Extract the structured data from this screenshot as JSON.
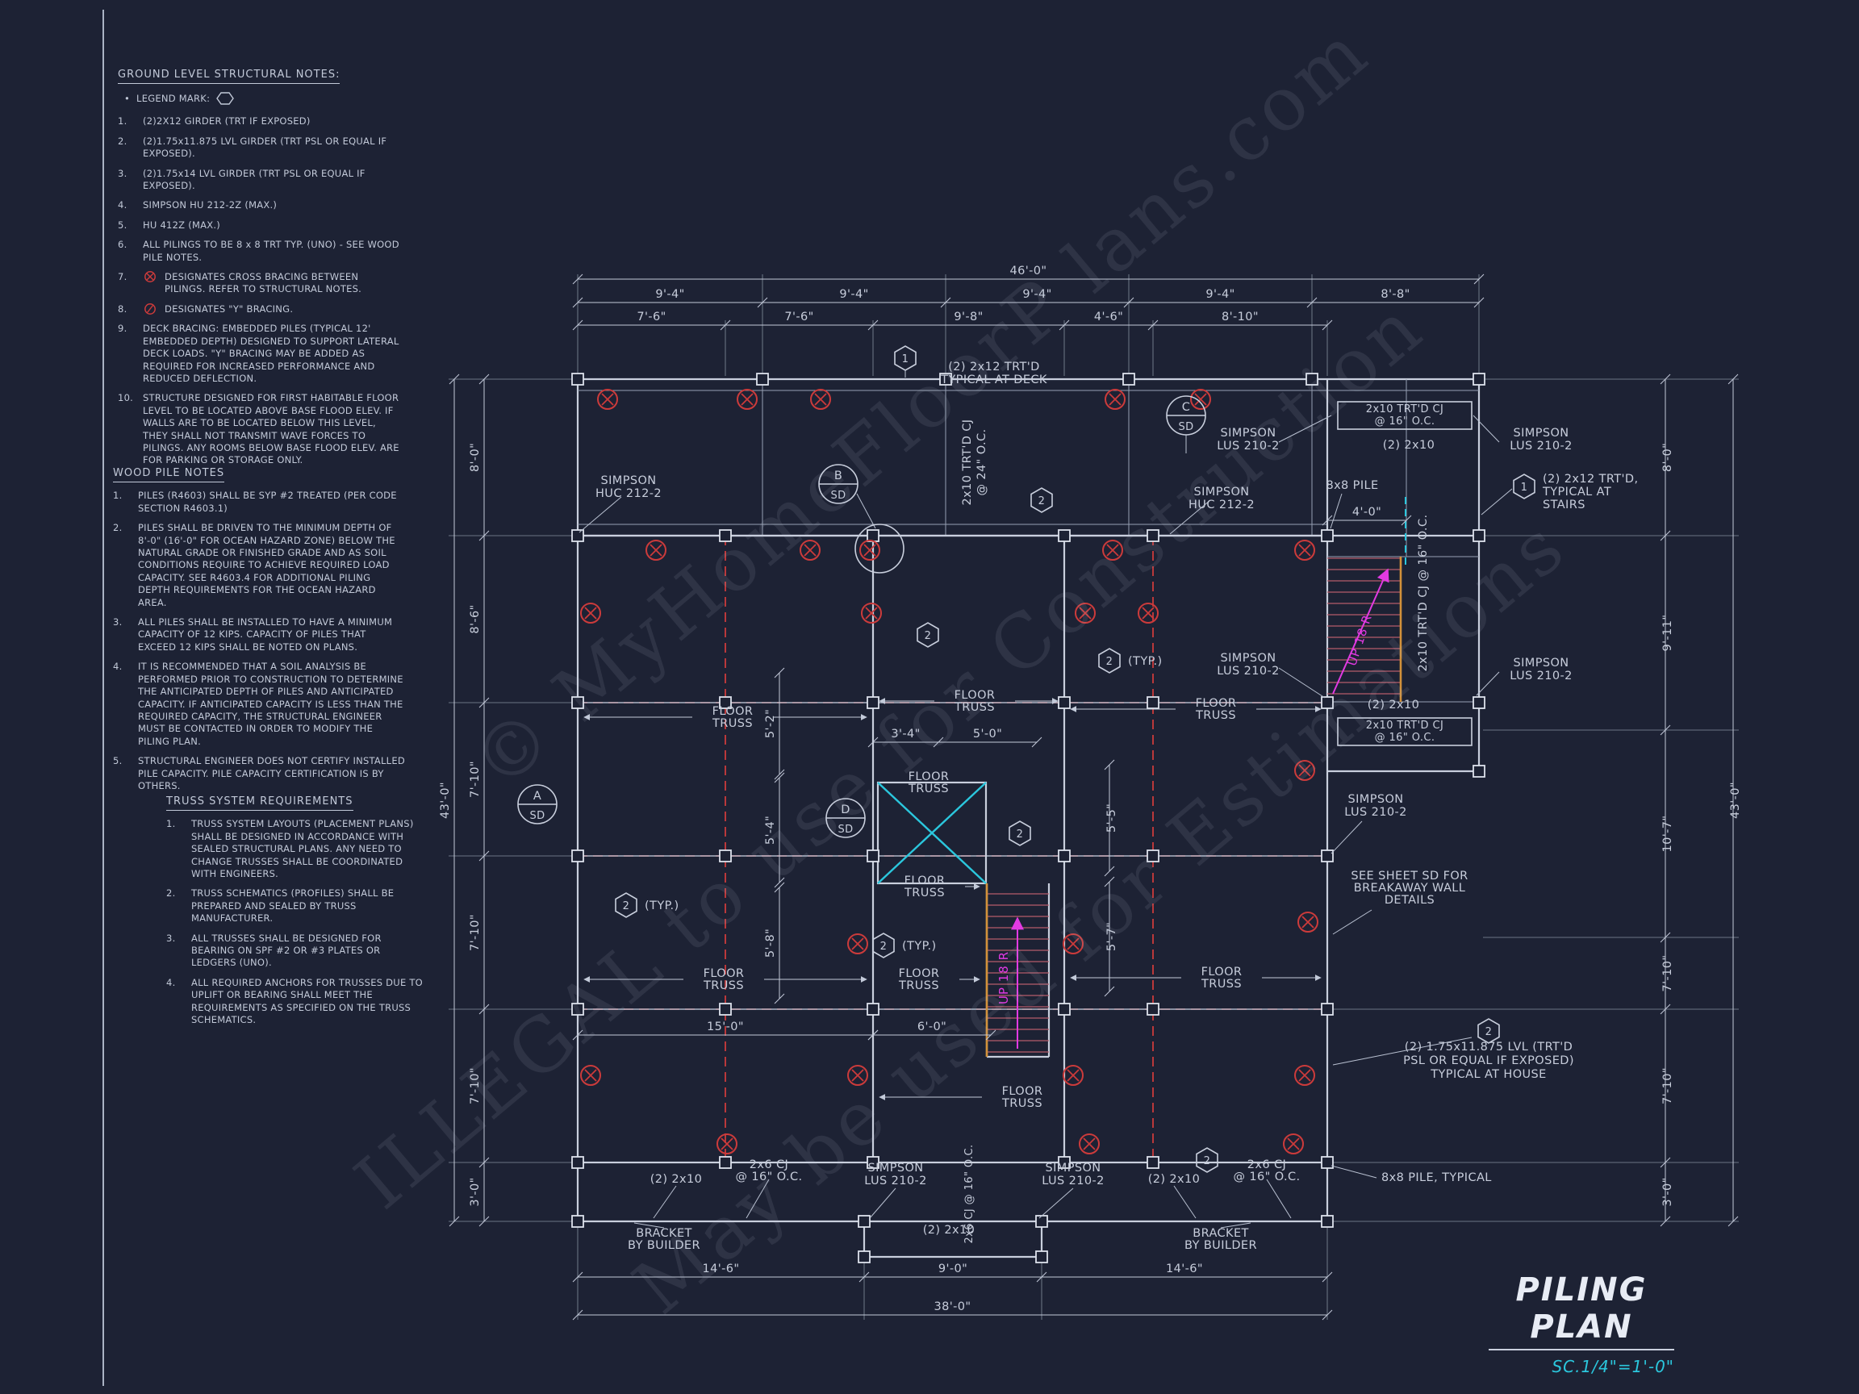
{
  "colors": {
    "background": "#1d2234",
    "line": "#c9cfdd",
    "red": "#cc3b3b",
    "cyan": "#2bc7dd",
    "magenta": "#e23ae2",
    "orange": "#d2913a",
    "scale_text": "#2bc7dd"
  },
  "icons": {
    "legend": "hexagon-icon",
    "cross_bracing": "crossed-circle-icon",
    "y_bracing": "slash-circle-icon"
  },
  "notes": {
    "ground": {
      "title": "GROUND LEVEL STRUCTURAL NOTES:",
      "bullet": "•",
      "legend": "LEGEND MARK:",
      "items": [
        {
          "num": "1.",
          "text": "(2)2X12 GIRDER (TRT IF EXPOSED)"
        },
        {
          "num": "2.",
          "text": "(2)1.75x11.875 LVL GIRDER (TRT PSL OR EQUAL IF EXPOSED)."
        },
        {
          "num": "3.",
          "text": "(2)1.75x14 LVL GIRDER (TRT PSL OR EQUAL IF EXPOSED)."
        },
        {
          "num": "4.",
          "text": "SIMPSON HU 212-2Z (MAX.)"
        },
        {
          "num": "5.",
          "text": "HU 412Z (MAX.)"
        },
        {
          "num": "6.",
          "text": "ALL PILINGS TO BE 8 x 8 TRT TYP. (UNO) - SEE WOOD PILE NOTES."
        },
        {
          "num": "7.",
          "text": "DESIGNATES CROSS BRACING BETWEEN PILINGS. REFER TO STRUCTURAL NOTES."
        },
        {
          "num": "8.",
          "text": "DESIGNATES \"Y\" BRACING."
        },
        {
          "num": "9.",
          "text": "DECK BRACING: EMBEDDED PILES (TYPICAL 12' EMBEDDED DEPTH) DESIGNED TO SUPPORT LATERAL DECK LOADS. \"Y\" BRACING MAY BE ADDED AS REQUIRED FOR INCREASED PERFORMANCE AND REDUCED DEFLECTION."
        },
        {
          "num": "10.",
          "text": "STRUCTURE DESIGNED FOR FIRST HABITABLE FLOOR LEVEL TO BE LOCATED ABOVE BASE FLOOD ELEV. IF WALLS ARE TO BE LOCATED BELOW THIS LEVEL, THEY SHALL NOT TRANSMIT WAVE FORCES TO PILINGS. ANY ROOMS BELOW BASE FLOOD ELEV. ARE FOR PARKING OR STORAGE ONLY."
        }
      ]
    },
    "wood": {
      "title": "WOOD PILE NOTES",
      "items": [
        {
          "num": "1.",
          "text": "PILES (R4603) SHALL BE SYP #2 TREATED (PER CODE SECTION R4603.1)"
        },
        {
          "num": "2.",
          "text": "PILES SHALL BE DRIVEN TO THE MINIMUM DEPTH OF 8'-0\" (16'-0\" FOR OCEAN HAZARD ZONE) BELOW THE NATURAL GRADE OR FINISHED GRADE AND AS SOIL CONDITIONS REQUIRE TO ACHIEVE REQUIRED LOAD CAPACITY. SEE R4603.4 FOR ADDITIONAL PILING DEPTH REQUIREMENTS FOR THE OCEAN HAZARD AREA."
        },
        {
          "num": "3.",
          "text": "ALL PILES SHALL BE INSTALLED TO HAVE A MINIMUM CAPACITY OF 12 KIPS. CAPACITY OF PILES THAT EXCEED 12 KIPS SHALL BE NOTED ON PLANS."
        },
        {
          "num": "4.",
          "text": "IT IS RECOMMENDED THAT A SOIL ANALYSIS BE PERFORMED PRIOR TO CONSTRUCTION TO DETERMINE THE ANTICIPATED DEPTH OF PILES AND ANTICIPATED CAPACITY. IF ANTICIPATED CAPACITY IS LESS THAN THE REQUIRED CAPACITY, THE STRUCTURAL ENGINEER MUST BE CONTACTED IN ORDER TO MODIFY THE PILING PLAN."
        },
        {
          "num": "5.",
          "text": "STRUCTURAL ENGINEER DOES NOT CERTIFY INSTALLED PILE CAPACITY. PILE CAPACITY CERTIFICATION IS BY OTHERS."
        }
      ]
    },
    "truss": {
      "title": "TRUSS SYSTEM REQUIREMENTS",
      "items": [
        {
          "num": "1.",
          "text": "TRUSS SYSTEM LAYOUTS (PLACEMENT PLANS) SHALL BE DESIGNED IN ACCORDANCE WITH SEALED STRUCTURAL PLANS. ANY NEED TO CHANGE TRUSSES SHALL BE COORDINATED WITH  ENGINEERS."
        },
        {
          "num": "2.",
          "text": "TRUSS SCHEMATICS (PROFILES) SHALL BE PREPARED AND SEALED BY TRUSS MANUFACTURER."
        },
        {
          "num": "3.",
          "text": "ALL TRUSSES SHALL BE DESIGNED FOR BEARING ON SPF #2 OR #3 PLATES OR LEDGERS (UNO)."
        },
        {
          "num": "4.",
          "text": "ALL REQUIRED ANCHORS FOR TRUSSES DUE TO UPLIFT OR BEARING SHALL MEET THE REQUIREMENTS AS SPECIFIED ON THE TRUSS SCHEMATICS."
        }
      ]
    }
  },
  "plan": {
    "dims": {
      "top_overall": "46'-0\"",
      "top_row1": [
        "9'-4\"",
        "9'-4\"",
        "9'-4\"",
        "9'-4\"",
        "8'-8\""
      ],
      "top_row2": [
        "7'-6\"",
        "7'-6\"",
        "9'-8\"",
        "4'-6\"",
        "8'-10\""
      ],
      "left_overall": "43'-0\"",
      "left_chain": [
        "8'-0\"",
        "8'-6\"",
        "7'-10\"",
        "7'-10\"",
        "7'-10\"",
        "3'-0\""
      ],
      "right_overall": "43'-0\"",
      "right_chain": [
        "8'-0\"",
        "9'-11\"",
        "10'-7\"",
        "7'-10\"",
        "7'-10\"",
        "3'-0\""
      ],
      "bottom_row": [
        "14'-6\"",
        "9'-0\"",
        "14'-6\""
      ],
      "bottom_overall": "38'-0\"",
      "interior": {
        "seg1": "3'-4\"",
        "seg2": "5'-0\"",
        "bay1": "5'-2\"",
        "bay2": "5'-4\"",
        "bay3": "5'-8\"",
        "bay4": "5'-5\"",
        "bay5": "5'-7\"",
        "run1": "15'-0\"",
        "run2": "6'-0\"",
        "stair_width": "4'-0\""
      }
    }
  },
  "callouts": {
    "simpson_huc": [
      "SIMPSON",
      "HUC 212-2"
    ],
    "simpson_lus": [
      "SIMPSON",
      "LUS 210-2"
    ],
    "floor_truss": [
      "FLOOR",
      "TRUSS"
    ],
    "deck_note": [
      "(2) 2x12 TRT'D",
      "TYPICAL AT DECK"
    ],
    "cj24": [
      "2x10 TRT'D CJ",
      "@ 24\" O.C."
    ],
    "cj16": [
      "2x10  TRT'D CJ",
      "@ 16\" O.C."
    ],
    "cj26": [
      "2x6 CJ",
      "@ 16\" O.C."
    ],
    "two_2x10": "(2) 2x10",
    "pile_8x8": "8x8 PILE",
    "pile_typical": "8x8 PILE, TYPICAL",
    "stairs_note": [
      "(2) 2x12 TRT'D,",
      "TYPICAL AT",
      "STAIRS"
    ],
    "breakaway_note": [
      "SEE SHEET SD FOR",
      "BREAKAWAY WALL",
      "DETAILS"
    ],
    "lvl_note": [
      "(2) 1.75x11.875 LVL (TRT'D",
      "PSL OR EQUAL IF EXPOSED)",
      "TYPICAL AT HOUSE"
    ],
    "bracket_note": [
      "BRACKET",
      "BY BUILDER"
    ],
    "up_text": "UP 18 R",
    "typ": "(TYP.)",
    "sections": {
      "a": "A",
      "b": "B",
      "c": "C",
      "d": "D",
      "label": "SD"
    },
    "keys": {
      "k1": "1",
      "k2": "2"
    }
  },
  "watermark": {
    "line1": "© MyHomeFloorP lans.com",
    "line2": "ILLEGAL to use for Construction",
    "line3": "May be used for Estimations"
  },
  "title_block": {
    "title": "PILING PLAN",
    "scale": "SC.1/4\"=1'-0\""
  }
}
